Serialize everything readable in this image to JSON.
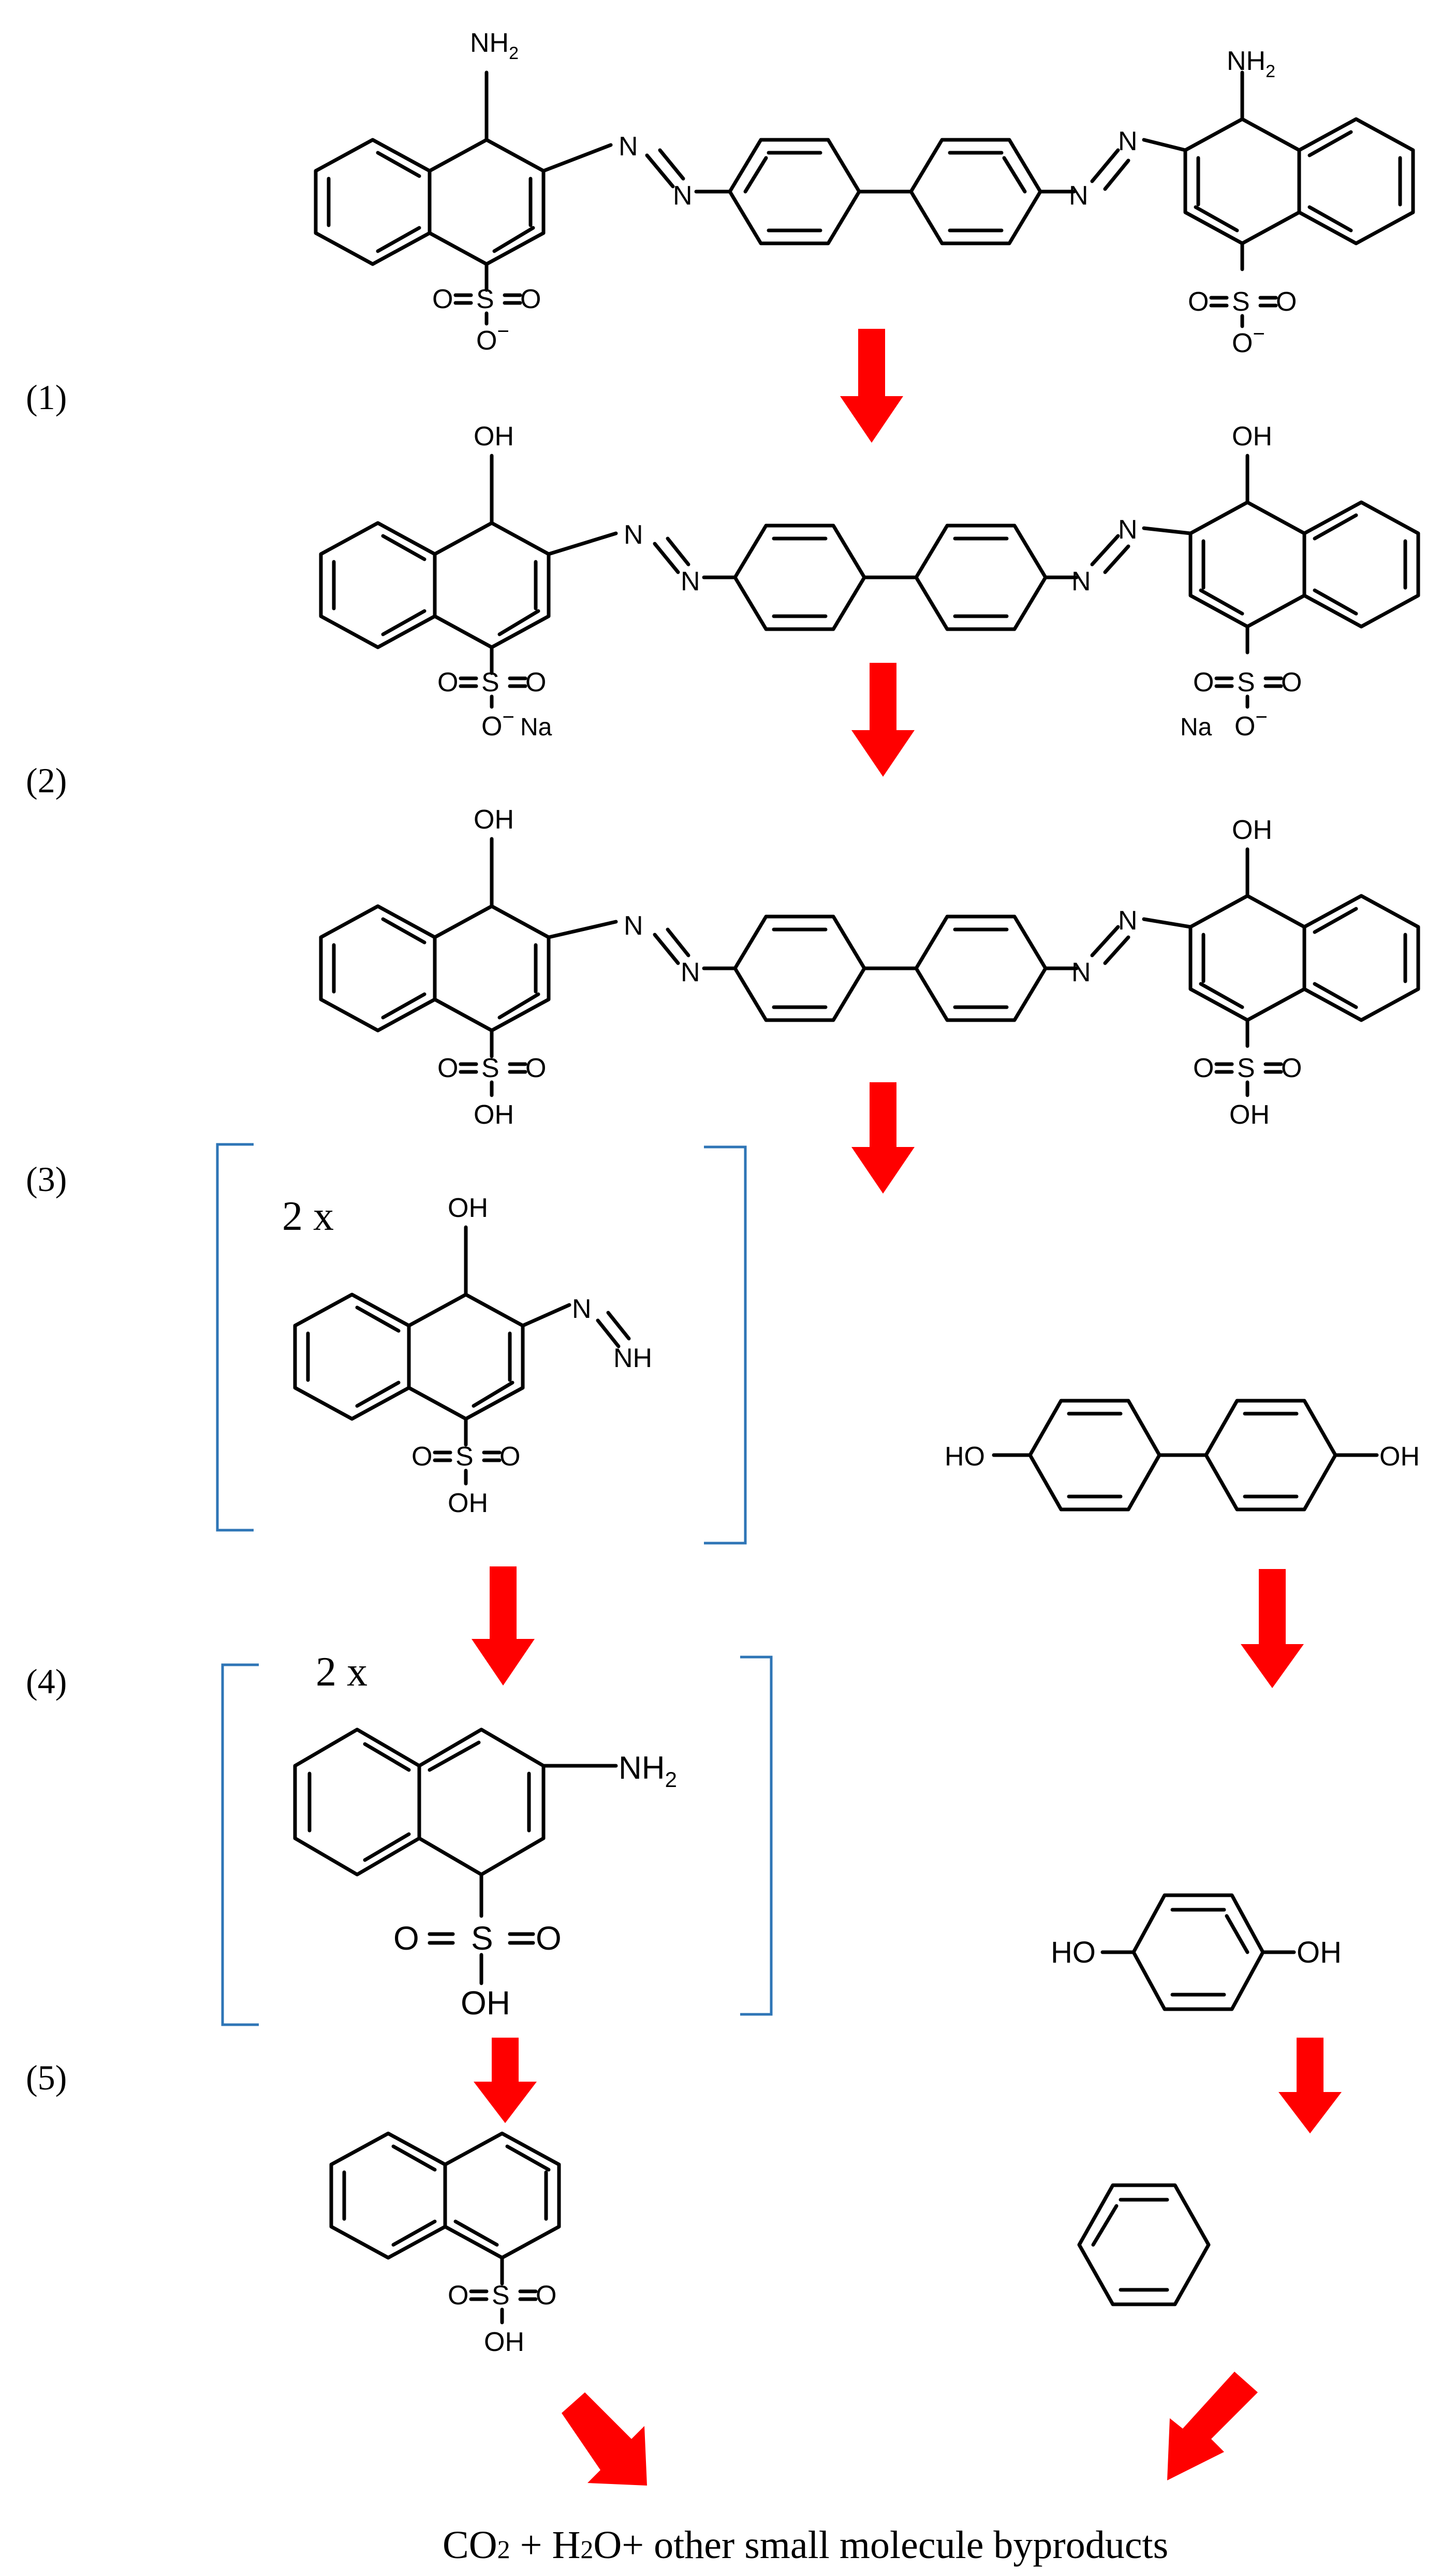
{
  "steps": [
    "(1)",
    "(2)",
    "(3)",
    "(4)",
    "(5)"
  ],
  "multipliers": [
    "2 x",
    "2 x"
  ],
  "products": {
    "prefix": "CO",
    "sub1": "2",
    "plus1": " + H",
    "sub2": "2",
    "suffix": "O+ other small molecule byproducts"
  },
  "atom_labels": {
    "nh2": "NH",
    "nh2_sub": "2",
    "oh": "OH",
    "ho": "HO",
    "n": "N",
    "nh": "NH",
    "s": "S",
    "o": "O",
    "o_minus": "O",
    "minus": "−",
    "na": "Na"
  },
  "colors": {
    "arrow": "#ff0000",
    "bracket": "#2e75b6",
    "ink": "#000000"
  }
}
